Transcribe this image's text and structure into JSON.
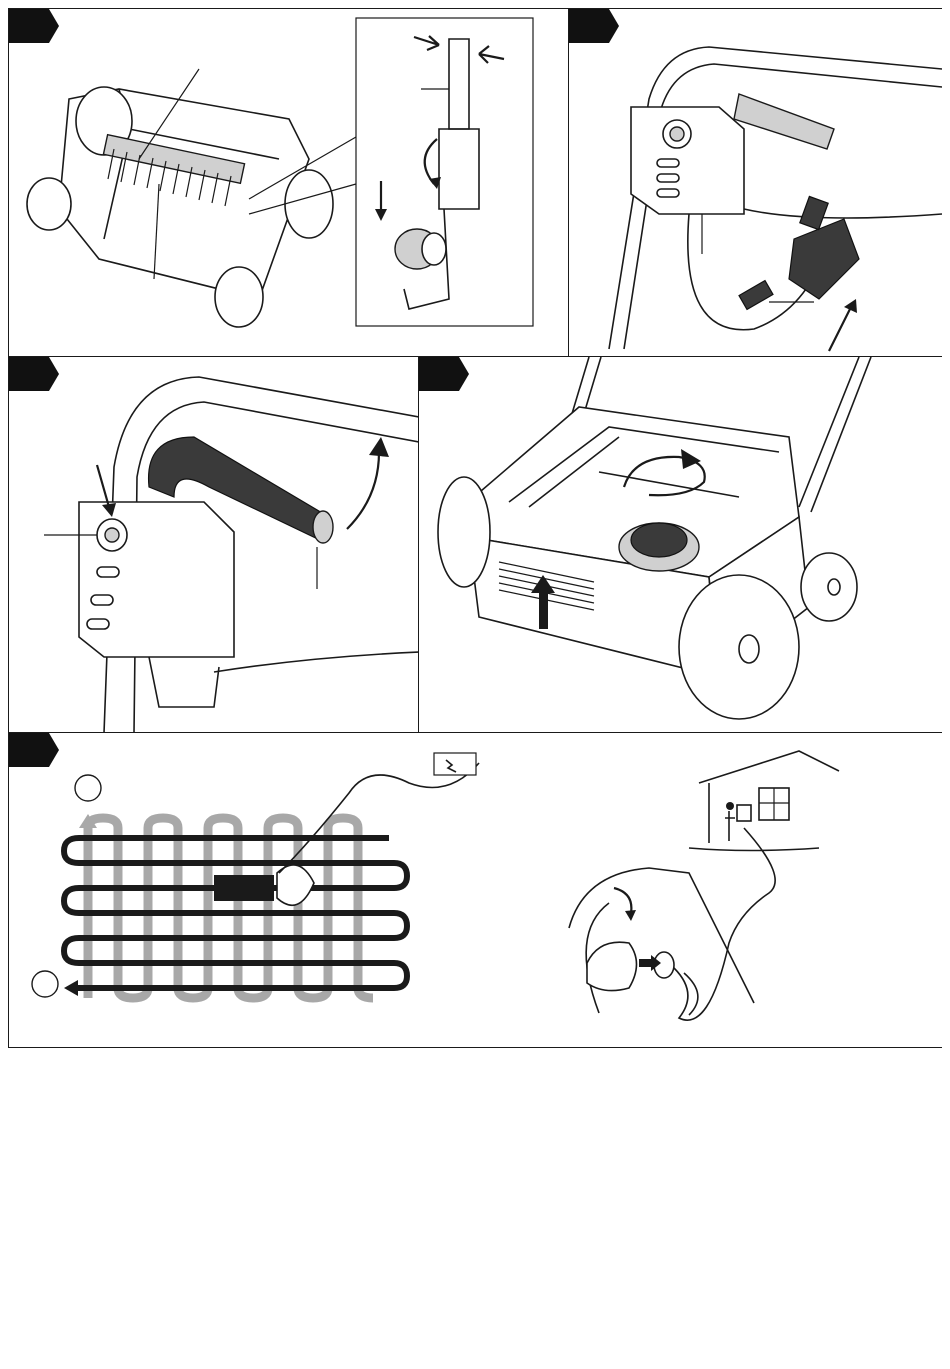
{
  "figures": [
    {
      "id": "fig-a",
      "step": ""
    },
    {
      "id": "fig-b",
      "step": ""
    },
    {
      "id": "fig-c",
      "step": ""
    },
    {
      "id": "fig-d",
      "step": ""
    },
    {
      "id": "fig-e",
      "step": ""
    }
  ],
  "pattern": {
    "start_marker": "",
    "end_marker": ""
  },
  "icons": {
    "step_tab": "step-tab-icon",
    "push_arrow": "push-arrow-icon",
    "rotate_arrow": "rotate-arrow-icon",
    "power_supply": "power-supply-icon"
  },
  "colors": {
    "line": "#1a1a1a",
    "light_path": "#a8a8a8",
    "dark_fill": "#3a3a3a",
    "tab": "#111111"
  }
}
